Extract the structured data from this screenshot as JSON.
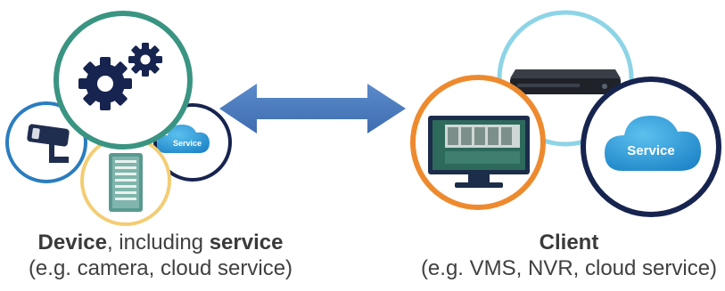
{
  "device": {
    "title_bold_1": "Device",
    "title_mid": ", including ",
    "title_bold_2": "service",
    "subtitle": "(e.g. camera, cloud service)",
    "service_cloud_label": "Service"
  },
  "client": {
    "title": "Client",
    "subtitle": "(e.g. VMS, NVR, cloud service)",
    "service_cloud_label": "Service"
  },
  "colors": {
    "teal": "#3a9482",
    "navy": "#17244f",
    "blue_ring": "#2a7dbf",
    "yellow_ring": "#f3cd74",
    "orange_ring": "#ee8a2e",
    "light_blue_ring": "#8dd4e6",
    "arrow": "#4a78b8",
    "cloud": "#2f9fd8"
  }
}
